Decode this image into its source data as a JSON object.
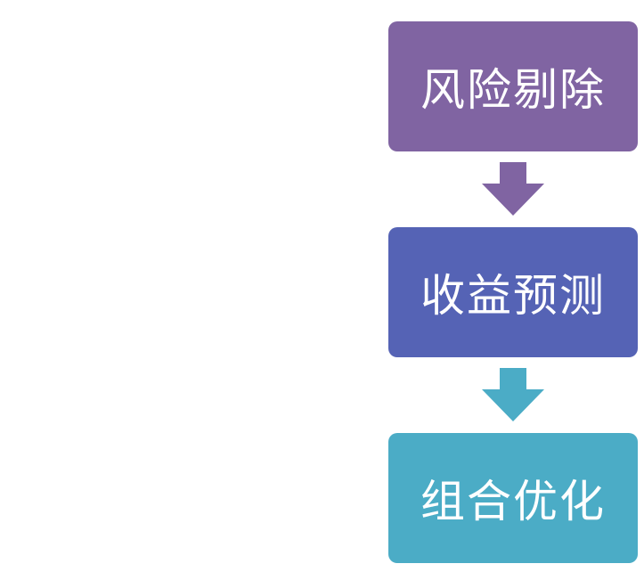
{
  "steps": [
    {
      "label": "风险剔除",
      "color": "#8064A2"
    },
    {
      "label": "收益预测",
      "color": "#5563B5"
    },
    {
      "label": "组合优化",
      "color": "#4BACC6"
    }
  ],
  "arrows": [
    {
      "color": "#8064A2"
    },
    {
      "color": "#4BACC6"
    }
  ]
}
